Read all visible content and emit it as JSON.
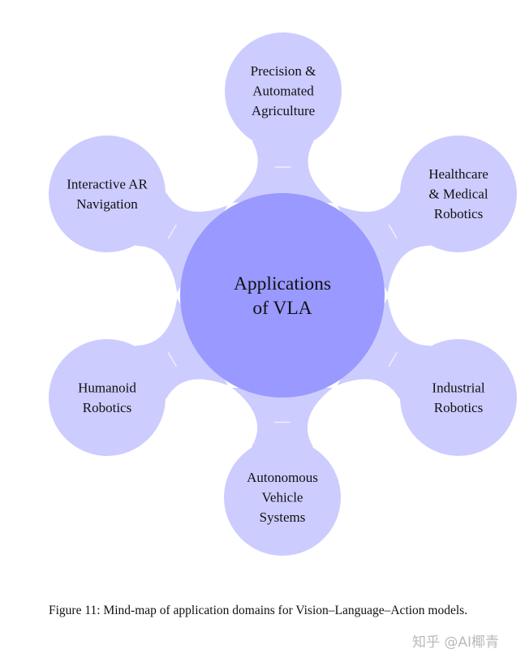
{
  "diagram": {
    "center": {
      "lines": [
        "Applications",
        "of VLA"
      ]
    },
    "branches": [
      {
        "id": "agriculture",
        "lines": [
          "Precision &",
          "Automated",
          "Agriculture"
        ]
      },
      {
        "id": "healthcare",
        "lines": [
          "Healthcare",
          "& Medical",
          "Robotics"
        ]
      },
      {
        "id": "industrial",
        "lines": [
          "Industrial",
          "Robotics"
        ]
      },
      {
        "id": "autonomous",
        "lines": [
          "Autonomous",
          "Vehicle",
          "Systems"
        ]
      },
      {
        "id": "humanoid",
        "lines": [
          "Humanoid",
          "Robotics"
        ]
      },
      {
        "id": "ar-navigation",
        "lines": [
          "Interactive AR",
          "Navigation"
        ]
      }
    ],
    "colors": {
      "center": "#9999ff",
      "branch": "#ccccff"
    }
  },
  "caption": "Figure 11:  Mind-map of application domains for Vision–Language–Action models.",
  "watermark": "知乎 @AI椰青"
}
